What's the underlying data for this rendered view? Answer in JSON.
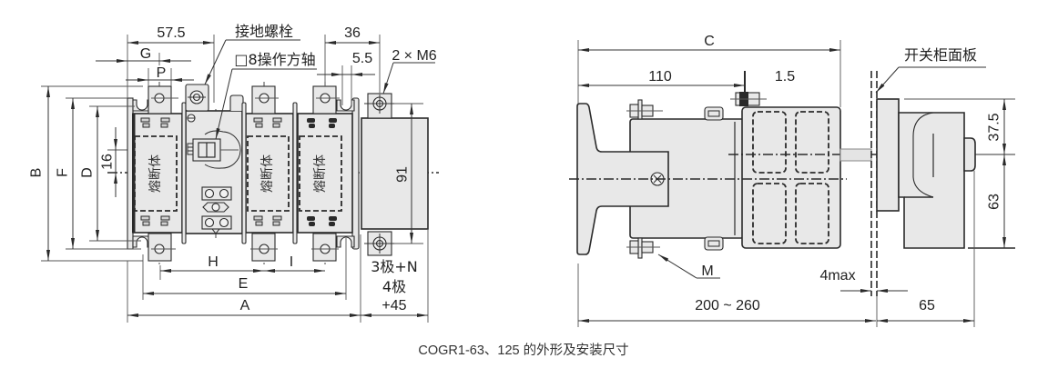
{
  "caption": "COGR1-63、125 的外形及安装尺寸",
  "front_view": {
    "dimensions": {
      "top_width": "57.5",
      "G": "G",
      "P": "P",
      "right_offset": "36",
      "gap": "5.5",
      "B": "B",
      "F": "F",
      "D": "D",
      "shaft_offset": "16",
      "hole_spacing": "91",
      "H": "H",
      "I": "I",
      "E": "E",
      "A": "A"
    },
    "callouts": {
      "ground_bolt": "接地螺栓",
      "operating_shaft": "□8操作方轴",
      "mounting_screws": "2 × M6"
    },
    "fuse_label": "熔断体",
    "pole_options": [
      "3极+N",
      "4极",
      "+45"
    ]
  },
  "side_view": {
    "dimensions": {
      "C": "C",
      "depth_110": "110",
      "gap_1_5": "1.5",
      "handle_top": "37.5",
      "handle_bottom": "63",
      "panel_max": "4max",
      "shaft_length": "200 ~ 260",
      "handle_depth": "65"
    },
    "callouts": {
      "panel": "开关柜面板",
      "screw": "M"
    }
  }
}
